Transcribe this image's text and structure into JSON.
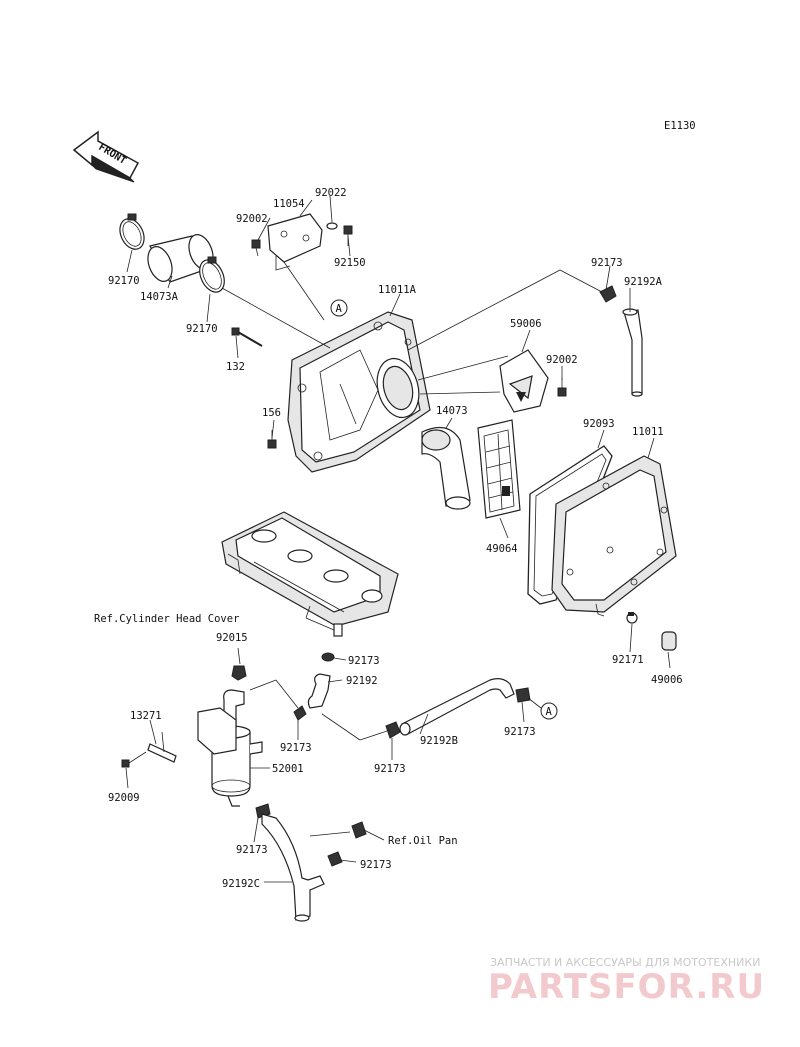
{
  "diagram_code": "E1130",
  "front_arrow_label": "FRONT",
  "callout_marker": "A",
  "labels": {
    "p92022": "92022",
    "p11054": "11054",
    "p92002a": "92002",
    "p92150": "92150",
    "p92170a": "92170",
    "p14073A": "14073A",
    "p92170b": "92170",
    "p132": "132",
    "p11011A": "11011A",
    "p156": "156",
    "p92173a": "92173",
    "p92192A": "92192A",
    "p59006": "59006",
    "p92002b": "92002",
    "p14073": "14073",
    "p92093": "92093",
    "p11011": "11011",
    "p49064": "49064",
    "ref_cyl": "Ref.Cylinder Head Cover",
    "p92015": "92015",
    "p92173b": "92173",
    "p92192": "92192",
    "p92171": "92171",
    "p49006": "49006",
    "p13271": "13271",
    "p92173c": "92173",
    "p92192B": "92192B",
    "p92173d": "92173",
    "p92173e": "92173",
    "p52001": "52001",
    "p92009": "92009",
    "p92173f": "92173",
    "ref_oil": "Ref.Oil Pan",
    "p92173g": "92173",
    "p92192C": "92192C"
  },
  "watermark": {
    "tagline": "ЗАПЧАСТИ И АКСЕССУАРЫ ДЛЯ МОТОТЕХНИКИ",
    "brand": "PARTSFOR.RU"
  }
}
